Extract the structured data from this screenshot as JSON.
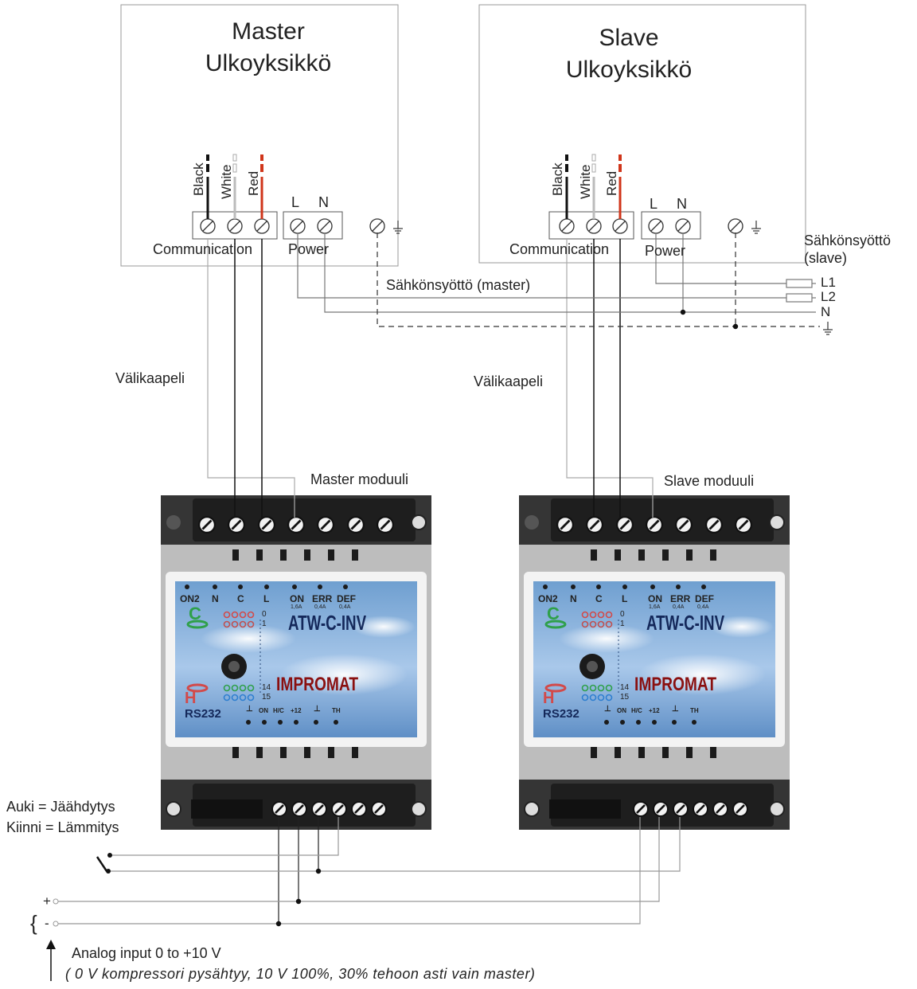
{
  "master_unit": {
    "title1": "Master",
    "title2": "Ulkoyksikkö",
    "black": "Black",
    "white": "White",
    "red": "Red",
    "L": "L",
    "N": "N",
    "comm": "Communication",
    "power": "Power"
  },
  "slave_unit": {
    "title1": "Slave",
    "title2": "Ulkoyksikkö",
    "black": "Black",
    "white": "White",
    "red": "Red",
    "L": "L",
    "N": "N",
    "comm": "Communication",
    "power": "Power"
  },
  "supply": {
    "master": "Sähkönsyöttö (master)",
    "slave1": "Sähkönsyöttö",
    "slave2": "(slave)",
    "L1": "L1",
    "L2": "L2",
    "N": "N"
  },
  "cable": {
    "left": "Välikaapeli",
    "right": "Välikaapeli"
  },
  "modules": {
    "master": "Master moduuli",
    "slave": "Slave moduuli"
  },
  "module_face": {
    "top": [
      "ON2",
      "N",
      "C",
      "L",
      "ON",
      "ERR",
      "DEF"
    ],
    "top_sub": [
      "",
      "",
      "",
      "",
      "1,6A",
      "0,4A",
      "0,4A"
    ],
    "model": "ATW-C-INV",
    "brand": "IMPROMAT",
    "rs": "RS232",
    "codes": [
      "0",
      "1",
      "14",
      "15"
    ],
    "bottom": [
      "⊥",
      "ON",
      "H/C",
      "+12",
      "⊥",
      "TH"
    ],
    "c": "C",
    "h": "H"
  },
  "switch": {
    "open": "Auki = Jäähdytys",
    "closed": "Kiinni = Lämmitys"
  },
  "analog": {
    "plus": "+",
    "minus": "-",
    "title": "Analog input 0 to +10 V",
    "desc": "( 0 V  kompressori pysähtyy, 10 V 100%, 30% tehoon asti vain master)"
  }
}
